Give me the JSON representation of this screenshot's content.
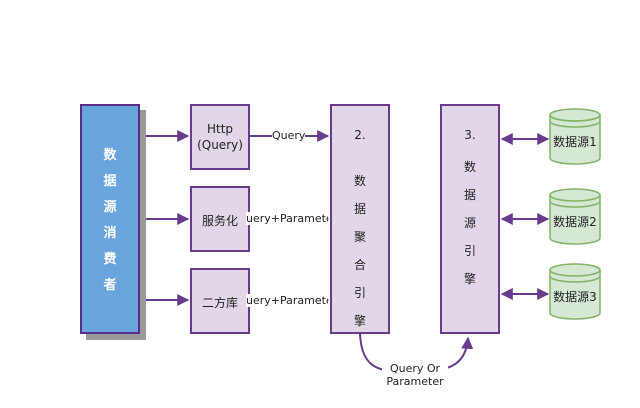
{
  "consumer": {
    "chars": [
      "数",
      "据",
      "源",
      "消",
      "费",
      "者"
    ]
  },
  "services": [
    {
      "label_line1": "Http",
      "label_line2": "(Query)"
    },
    {
      "label_line1": "服务化",
      "label_line2": ""
    },
    {
      "label_line1": "二方库",
      "label_line2": ""
    }
  ],
  "edges": {
    "http_to_agg": "Query",
    "svc_to_agg": "uery+Paramete",
    "lib_to_agg": "uery+Paramete",
    "agg_to_engine_line1": "Query Or",
    "agg_to_engine_line2": "Parameter"
  },
  "aggregation": {
    "chars": [
      "2.",
      "数",
      "据",
      "聚",
      "合",
      "引",
      "擎"
    ]
  },
  "engine": {
    "chars": [
      "3.",
      "数",
      "据",
      "源",
      "引",
      "擎"
    ]
  },
  "datasources": [
    "数据源1",
    "数据源2",
    "数据源3"
  ],
  "colors": {
    "border": "#6a3b8c",
    "box_fill": "#e2d7e8",
    "consumer_fill": "#6aa4dc",
    "cylinder_fill": "#d5e8d4",
    "cylinder_border": "#82b366"
  }
}
